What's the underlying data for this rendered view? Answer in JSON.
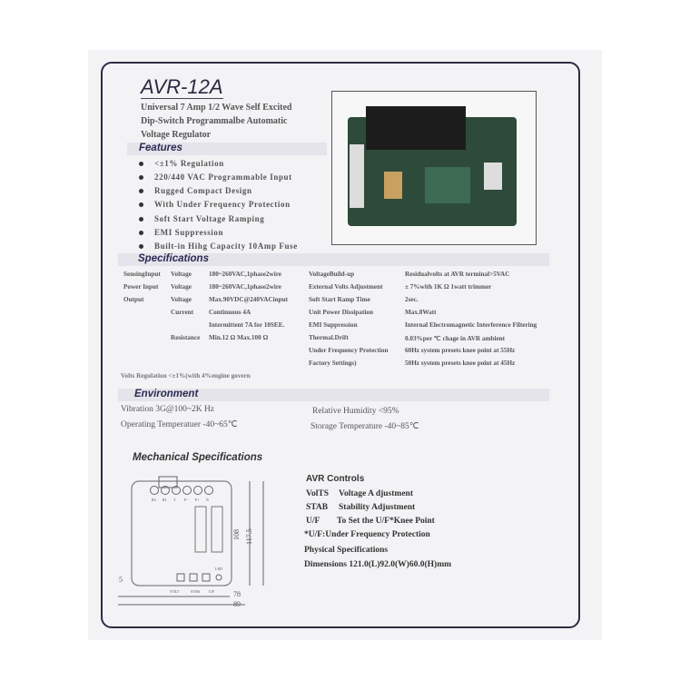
{
  "title": "AVR-12A",
  "subtitle": [
    "Universal 7 Amp 1/2 Wave Self Excited",
    "Dip-Switch Programmalbe Automatic",
    "Voltage Regulator"
  ],
  "features": {
    "heading": "Features",
    "items": [
      "<±1% Regulation",
      "220/440 VAC Programmable Input",
      "Rugged Compact Design",
      "With Under Frequency Protection",
      "Soft Start Voltage Ramping",
      "EMI Suppression",
      "Built-in Hihg Capacity 10Amp Fuse"
    ]
  },
  "specifications": {
    "heading": "Specifications",
    "left": [
      [
        "SensingInput",
        "Voltage",
        "180~260VAC,1phase2wire"
      ],
      [
        "Power Input",
        "Voltage",
        "180~260VAC,1phase2wire"
      ],
      [
        "Output",
        "Voltage",
        "Max.90VDC@240VACinput"
      ],
      [
        "",
        "Current",
        "Continuous 4A"
      ],
      [
        "",
        "",
        "Intermittent 7A for 10SEE."
      ],
      [
        "",
        "Resistance",
        "Min.12 Ω Max.100 Ω"
      ]
    ],
    "right": [
      [
        "VoltageBuild-up",
        "Residualvolts at AVR terminal>5VAC"
      ],
      [
        "External Volts Adjustment",
        "± 7%with 1K Ω 1watt trimmer"
      ],
      [
        "Soft Start Ramp Time",
        "2sec."
      ],
      [
        "Unit Power Dissipation",
        "Max.8Watt"
      ],
      [
        "EMI Suppression",
        "Internal Electromagnetic Interference Filtering"
      ],
      [
        "Thermal.Drift",
        "0.03%per ℃ chage in AVR ambient"
      ],
      [
        "Under Frequency Protection",
        "60Hz system presets knee point at 55Hz"
      ],
      [
        "Factory Settings)",
        "50Hz system presets knee point at 45Hz"
      ]
    ],
    "regulation": "Volts   Regulation <±1%(with 4%engine govern"
  },
  "environment": {
    "heading": "Environment",
    "items": [
      "Vibration 3G@100~2K Hz",
      "Relative Humidity <95%",
      "Operating Temperatuer -40~65℃",
      "Storage Temperature -40~85℃"
    ]
  },
  "mechanical": {
    "heading": "Mechanical Specifications",
    "terminals": [
      "R2",
      "R1",
      "T",
      "F-",
      "F+",
      "N"
    ],
    "dims": [
      "108",
      "117.5",
      "78",
      "89",
      "5"
    ],
    "labels": [
      "VOLT",
      "STAB",
      "U/F",
      "LED"
    ]
  },
  "controls": {
    "heading": "AVR Controls",
    "items": [
      [
        "VolTS",
        "Voltage A djustment"
      ],
      [
        "STAB",
        "Stability Adjustment"
      ],
      [
        "U/F",
        "To Set the U/F*Knee Point"
      ]
    ],
    "note": "*U/F:Under Frequency Protection",
    "phys_heading": "Physical Specifications",
    "dimensions": "Dimensions 121.0(L)92.0(W)60.0(H)mm"
  }
}
